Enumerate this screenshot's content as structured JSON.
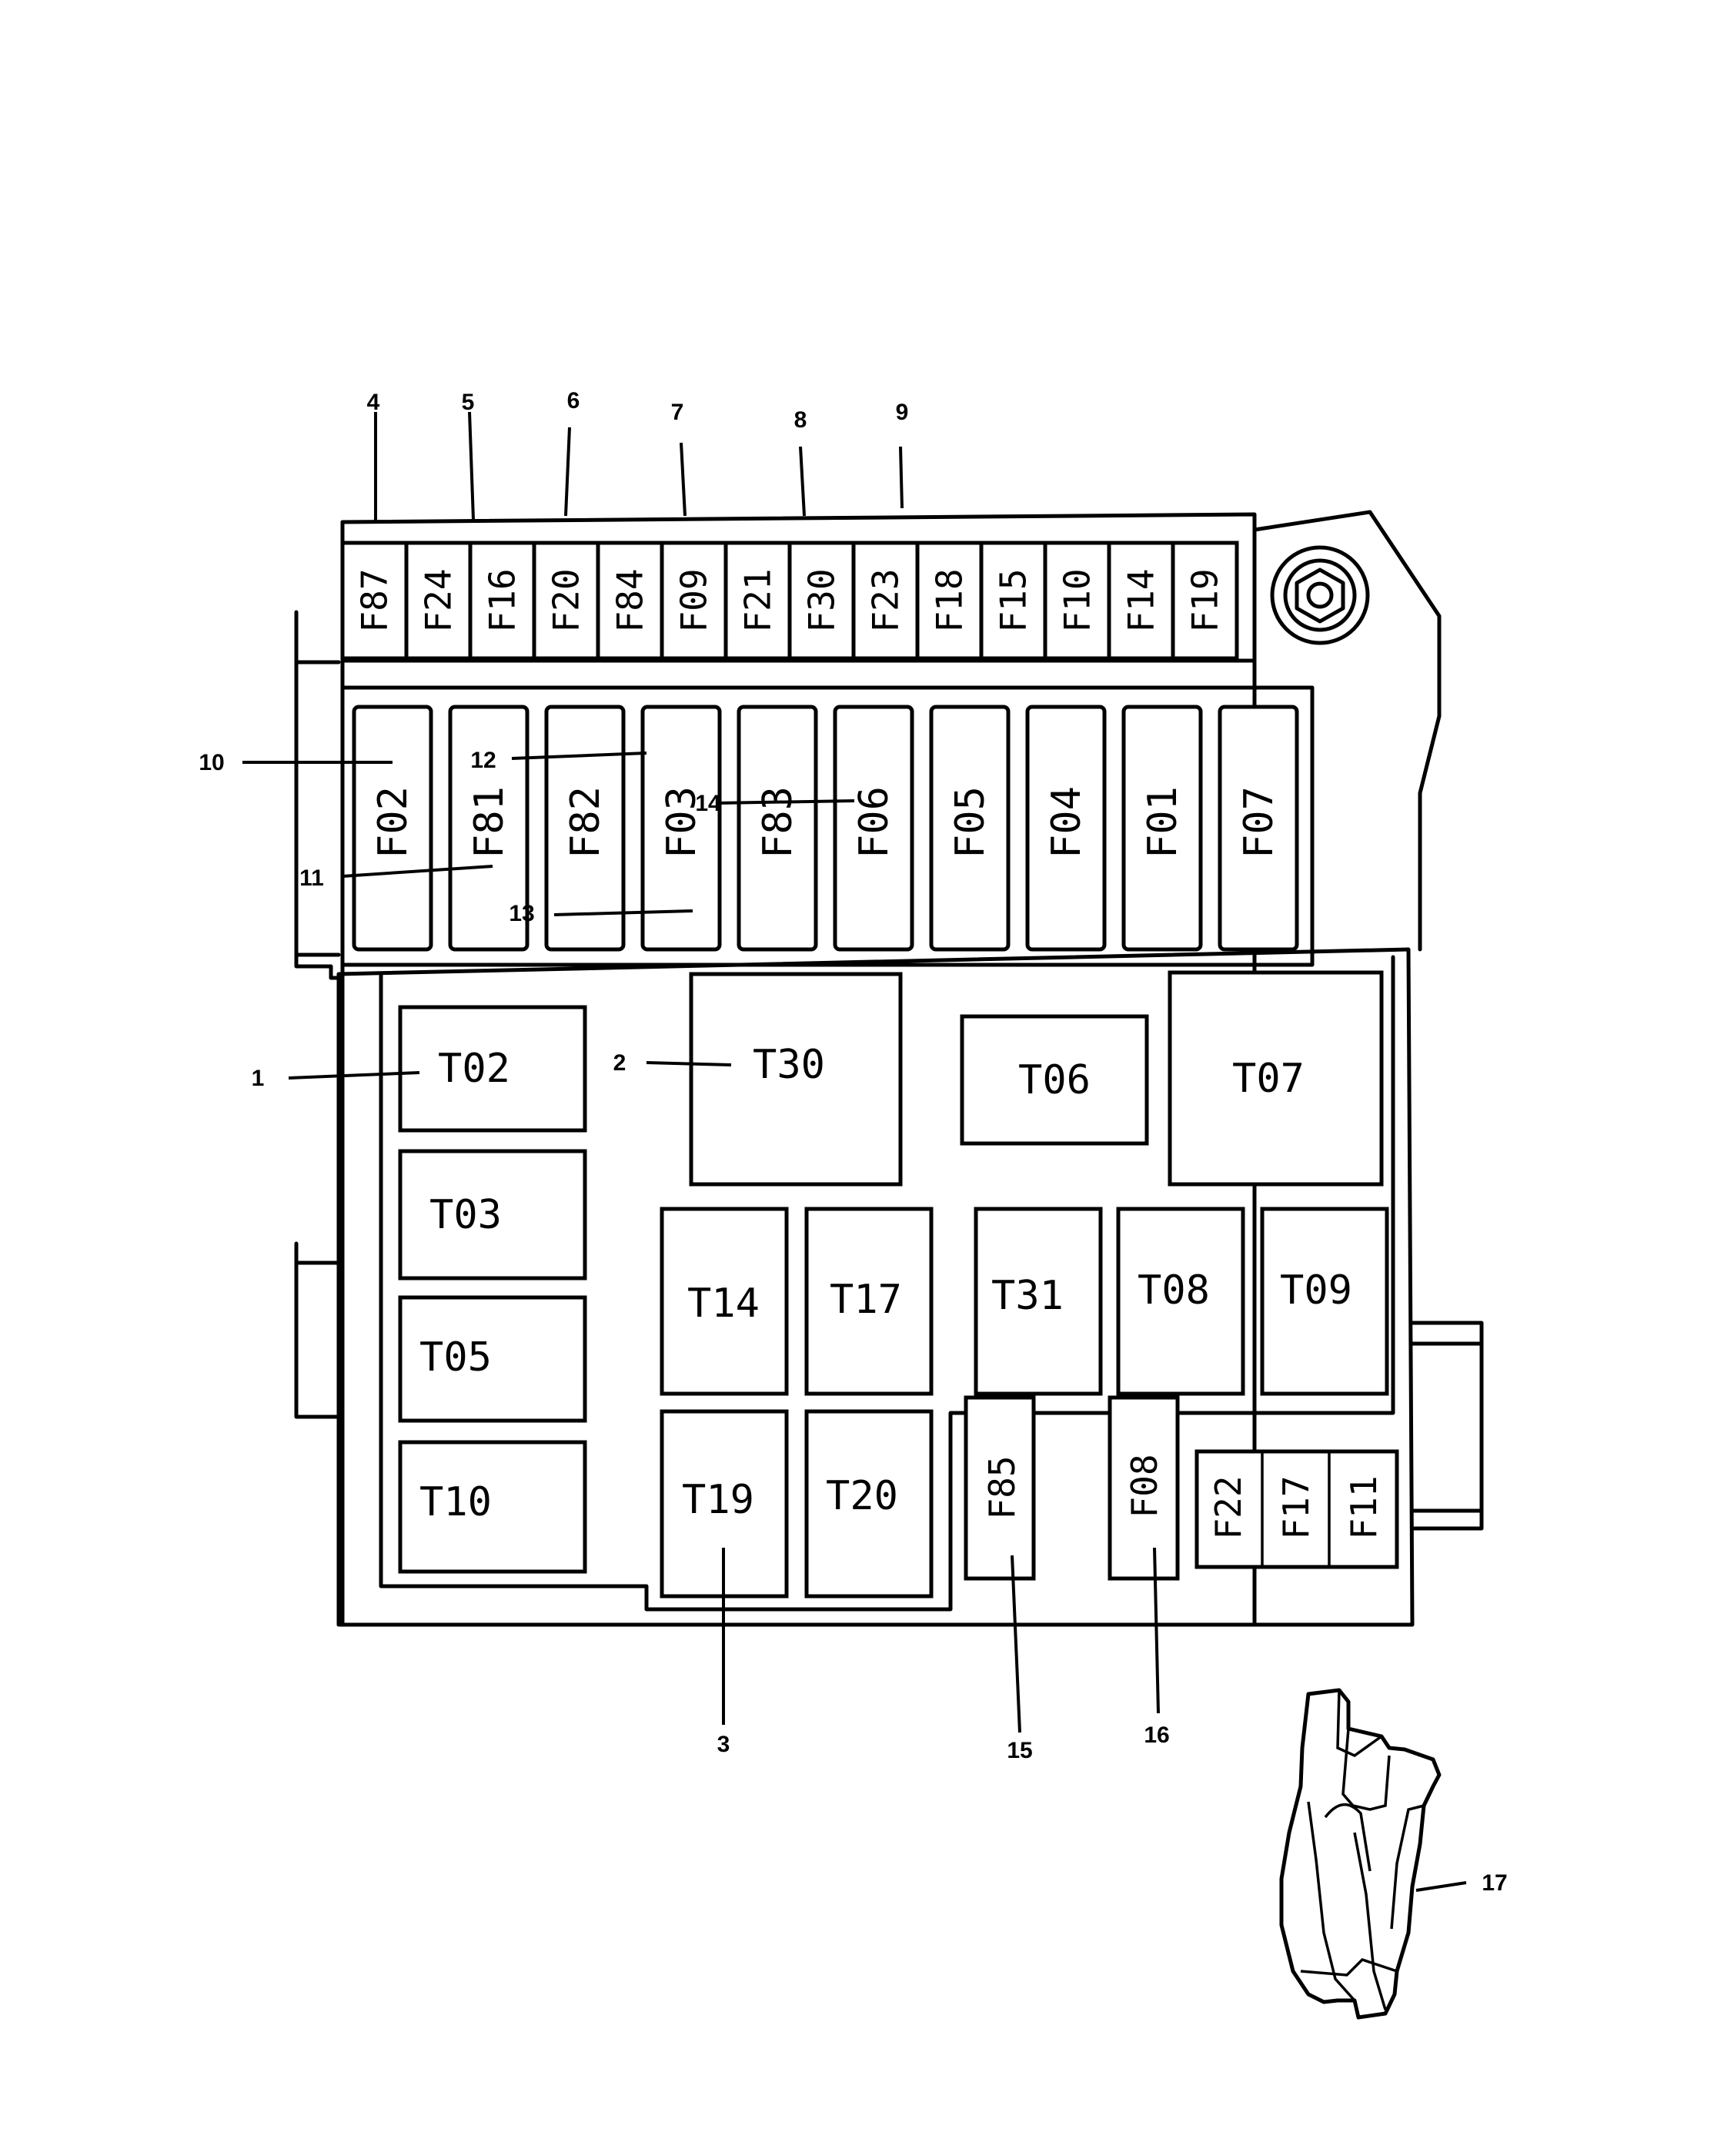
{
  "top_fuses": [
    "F87",
    "F24",
    "F16",
    "F20",
    "F84",
    "F09",
    "F21",
    "F30",
    "F23",
    "F18",
    "F15",
    "F10",
    "F14",
    "F19"
  ],
  "maxi_fuses": [
    "F02",
    "F81",
    "F82",
    "F03",
    "F83",
    "F06",
    "F05",
    "F04",
    "F01",
    "F07"
  ],
  "relays": [
    "T02",
    "T03",
    "T05",
    "T10",
    "T30",
    "T06",
    "T07",
    "T14",
    "T17",
    "T31",
    "T08",
    "T09",
    "T19",
    "T20"
  ],
  "small_fuses": [
    "F85",
    "F08",
    "F22",
    "F17",
    "F11"
  ],
  "callouts": [
    "1",
    "2",
    "3",
    "4",
    "5",
    "6",
    "7",
    "8",
    "9",
    "10",
    "11",
    "12",
    "13",
    "14",
    "15",
    "16",
    "17"
  ]
}
